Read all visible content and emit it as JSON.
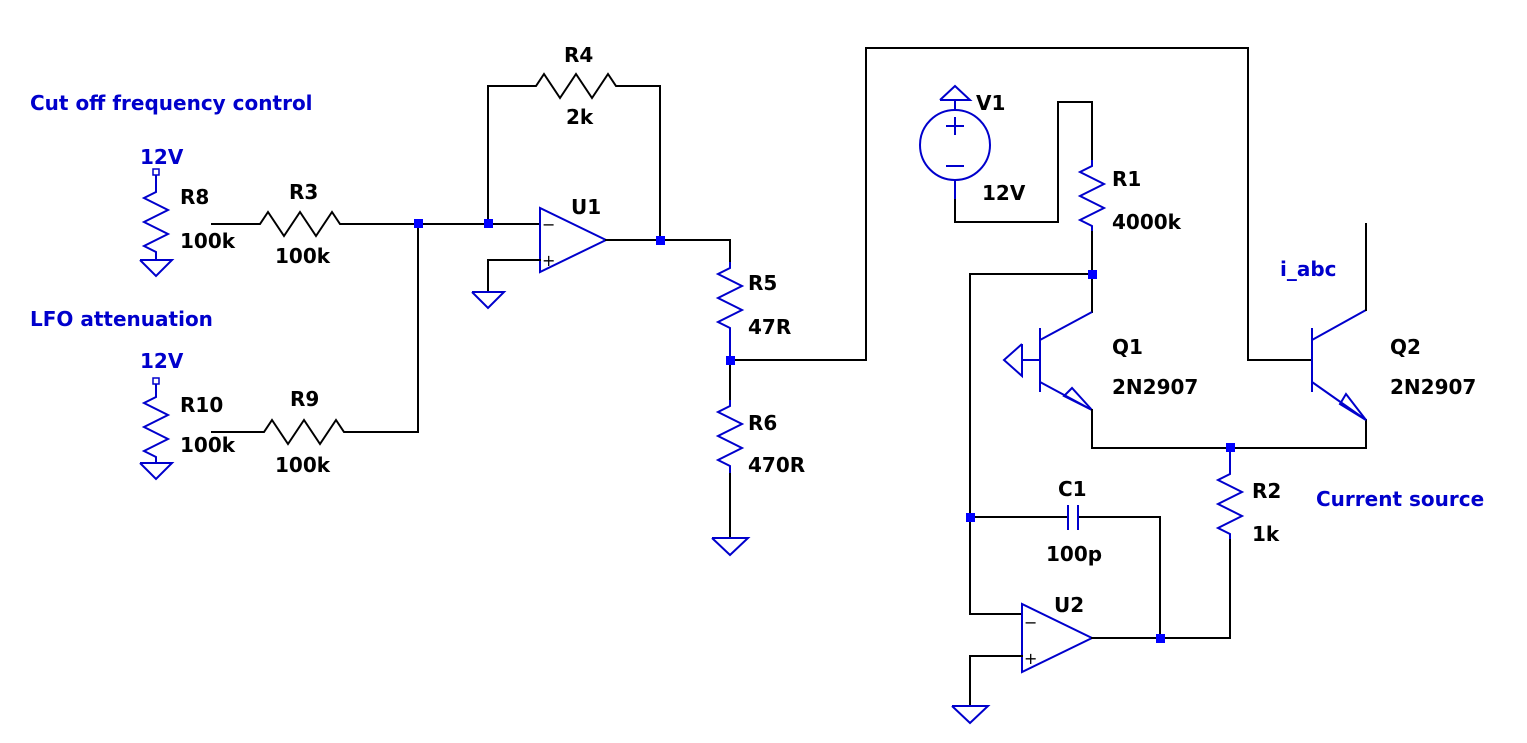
{
  "annotations": {
    "cutoff_control": "Cut off frequency control",
    "lfo_attenuation": "LFO attenuation",
    "i_abc": "i_abc",
    "current_source": "Current source"
  },
  "supplies": {
    "r8_supply": "12V",
    "r10_supply": "12V"
  },
  "components": {
    "R8": {
      "name": "R8",
      "value": "100k"
    },
    "R3": {
      "name": "R3",
      "value": "100k"
    },
    "R10": {
      "name": "R10",
      "value": "100k"
    },
    "R9": {
      "name": "R9",
      "value": "100k"
    },
    "R4": {
      "name": "R4",
      "value": "2k"
    },
    "U1": {
      "name": "U1"
    },
    "R5": {
      "name": "R5",
      "value": "47R"
    },
    "R6": {
      "name": "R6",
      "value": "470R"
    },
    "V1": {
      "name": "V1",
      "value": "12V"
    },
    "R1": {
      "name": "R1",
      "value": "4000k"
    },
    "Q1": {
      "name": "Q1",
      "value": "2N2907"
    },
    "Q2": {
      "name": "Q2",
      "value": "2N2907"
    },
    "C1": {
      "name": "C1",
      "value": "100p"
    },
    "R2": {
      "name": "R2",
      "value": "1k"
    },
    "U2": {
      "name": "U2"
    }
  },
  "symbols": {
    "minus": "−",
    "plus": "+"
  }
}
